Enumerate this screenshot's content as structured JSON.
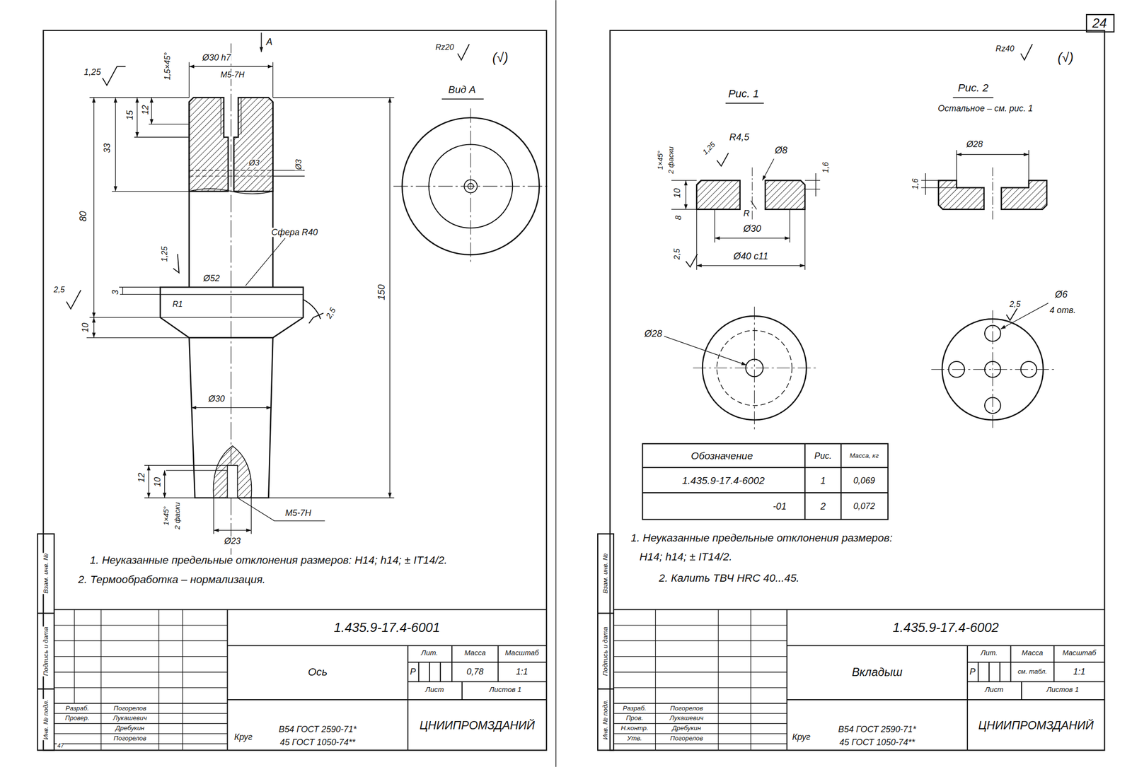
{
  "diagram": {
    "labels": [
      "24",
      "1,25",
      "А",
      "Ø30 h7",
      "М5-7Н",
      "1,5×45°",
      "15",
      "12",
      "33",
      "Ø3",
      "Ø3",
      "80",
      "Сфера R40",
      "1,25",
      "Ø52",
      "R1",
      "2,5",
      "3",
      "10",
      "2,5",
      "150",
      "Ø30",
      "12",
      "10",
      "1×45°",
      "2 фаски",
      "М5-7Н",
      "Ø23",
      "Rz20",
      "(√)",
      "Вид А",
      "1. Неуказанные предельные отклонения размеров: Н14; h14; ± IT14/2.",
      "2. Термообработка – нормализация.",
      "1.435.9-17.4-6001",
      "Ось",
      "Лит.",
      "Масса",
      "Масштаб",
      "Р",
      "0,78",
      "1:1",
      "Лист",
      "Листов 1",
      "Разраб.",
      "Погорелов",
      "Провер.",
      "Лукашевич",
      "Дребукин",
      "Погорелов",
      "Круг",
      "В54 ГОСТ 2590-71*",
      "45 ГОСТ 1050-74**",
      "ЦНИИПРОМЗДАНИЙ",
      "Инв. № подл.",
      "Подпись и дата",
      "Взам. инв. №",
      "47",
      "Rz40",
      "(√)",
      "Рис. 1",
      "Рис. 2",
      "Остальное – см. рис. 1",
      "1×45°",
      "2 фаски",
      "1,25",
      "R4,5",
      "Ø8",
      "1,6",
      "10",
      "8",
      "R",
      "Ø30",
      "2,5",
      "Ø40 c11",
      "Ø28",
      "1,6",
      "Ø28",
      "2,5",
      "Ø6",
      "4 отв.",
      "Обозначение",
      "Рис.",
      "Масса, кг",
      "1.435.9-17.4-6002",
      "1",
      "0,069",
      "-01",
      "2",
      "0,072",
      "1. Неуказанные предельные отклонения размеров:",
      "Н14; h14; ± IT14/2.",
      "2. Калить ТВЧ HRC 40...45.",
      "1.435.9-17.4-6002",
      "Вкладыш",
      "Лит.",
      "Масса",
      "Масштаб",
      "Р",
      "см. табл.",
      "1:1",
      "Лист",
      "Листов 1",
      "Разраб.",
      "Погорелов",
      "Пров.",
      "Лукашевич",
      "Н.контр.",
      "Дребукин",
      "Утв.",
      "Погорелов",
      "Круг",
      "В54 ГОСТ 2590-71*",
      "45 ГОСТ 1050-74**",
      "ЦНИИПРОМЗДАНИЙ",
      "Инв. № подл.",
      "Подпись и дата",
      "Взам. инв. №"
    ]
  }
}
